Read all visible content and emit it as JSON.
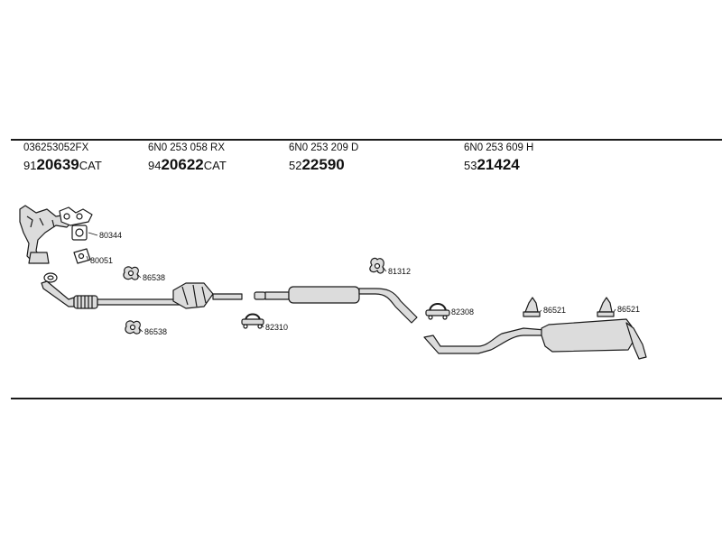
{
  "headers": [
    {
      "oem": "036253052FX",
      "prefix": "91",
      "code": "20639",
      "suffix": "CAT"
    },
    {
      "oem": "6N0 253 058 RX",
      "prefix": "94",
      "code": "20622",
      "suffix": "CAT"
    },
    {
      "oem": "6N0 253 209 D",
      "prefix": "52",
      "code": "22590",
      "suffix": ""
    },
    {
      "oem": "6N0 253 609 H",
      "prefix": "53",
      "code": "21424",
      "suffix": ""
    }
  ],
  "labels": {
    "gasket_80344": "80344",
    "gasket_80051": "80051",
    "ring_86538_a": "86538",
    "ring_86538_b": "86538",
    "clamp_82310": "82310",
    "hanger_81312": "81312",
    "clamp_82308": "82308",
    "mount_86521_a": "86521",
    "mount_86521_b": "86521"
  },
  "colors": {
    "line": "#1a1a1a",
    "fill": "#dcdcdc",
    "background": "#ffffff"
  }
}
